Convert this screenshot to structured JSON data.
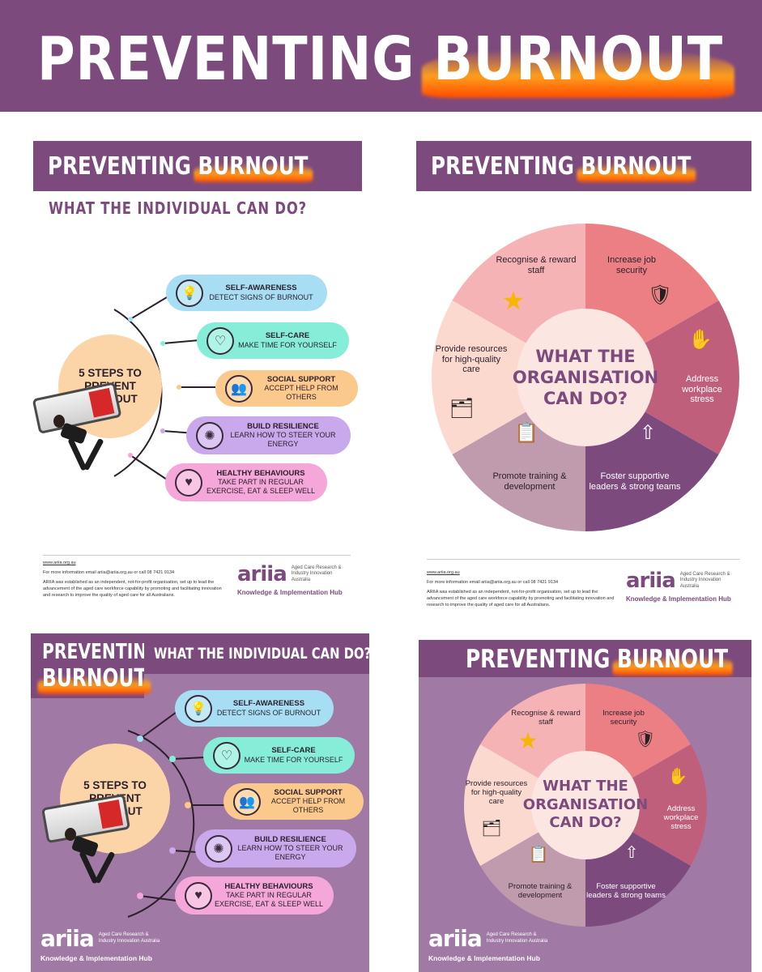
{
  "banner": {
    "title_part1": "PREVENTING",
    "title_part2": "BURNOUT"
  },
  "panel_individual": {
    "header_part1": "PREVENTING",
    "header_part2": "BURNOUT",
    "subtitle": "WHAT THE INDIVIDUAL CAN DO?",
    "hub_text": "5 STEPS TO PREVENT BURNOUT",
    "steps": [
      {
        "title": "SELF-AWARENESS",
        "desc": "DETECT SIGNS OF BURNOUT",
        "color": "#a7def3",
        "icon": "lightbulb-icon",
        "glyph": "💡"
      },
      {
        "title": "SELF-CARE",
        "desc": "MAKE TIME FOR YOURSELF",
        "color": "#86eed8",
        "icon": "self-care-icon",
        "glyph": "♡"
      },
      {
        "title": "SOCIAL SUPPORT",
        "desc": "ACCEPT HELP FROM OTHERS",
        "color": "#fcc98d",
        "icon": "people-icon",
        "glyph": "👥"
      },
      {
        "title": "BUILD RESILIENCE",
        "desc": "LEARN HOW TO STEER YOUR ENERGY",
        "color": "#c9a8ec",
        "icon": "resilience-icon",
        "glyph": "✺"
      },
      {
        "title": "HEALTHY BEHAVIOURS",
        "desc": "TAKE PART IN REGULAR EXERCISE, EAT & SLEEP WELL",
        "color": "#f4a7d8",
        "icon": "heart-hands-icon",
        "glyph": "♥"
      }
    ]
  },
  "panel_organisation": {
    "header_part1": "PREVENTING",
    "header_part2": "BURNOUT",
    "center_text": "WHAT THE ORGANISATION CAN DO?",
    "segments": [
      {
        "label": "Recognise & reward staff",
        "color": "#f6b3b5",
        "icon": "trophy-icon",
        "glyph": "★"
      },
      {
        "label": "Increase job security",
        "color": "#ec7f84",
        "icon": "shield-check-icon",
        "glyph": "🛡"
      },
      {
        "label": "Address workplace stress",
        "color": "#bf5f7c",
        "icon": "stress-icon",
        "glyph": "✋"
      },
      {
        "label": "Foster supportive leaders & strong teams",
        "color": "#7d4a7e",
        "icon": "team-lift-icon",
        "glyph": "⇧"
      },
      {
        "label": "Promote training & development",
        "color": "#c09aad",
        "icon": "training-icon",
        "glyph": "📋"
      },
      {
        "label": "Provide resources for high-quality care",
        "color": "#fbd9cf",
        "icon": "resources-icon",
        "glyph": "🗂"
      }
    ]
  },
  "footer": {
    "website": "www.ariia.org.au",
    "contact": "For more information email ariia@ariia.org.au or call 08 7421 9134",
    "about": "ARIIA was established as an independent, not-for-profit organisation, set up to lead the advancement of the aged care workforce capability by promoting and facilitating innovation and research to improve the quality of aged care for all Australians.",
    "logo_word": "ariia",
    "logo_sub": "Aged Care Research & Industry Innovation Australia",
    "logo_hub": "Knowledge & Implementation Hub"
  },
  "colors": {
    "brand_purple": "#7d4a7e",
    "hub_orange": "#fbd4a8",
    "panel_purple_bg": "#a07aa4"
  }
}
